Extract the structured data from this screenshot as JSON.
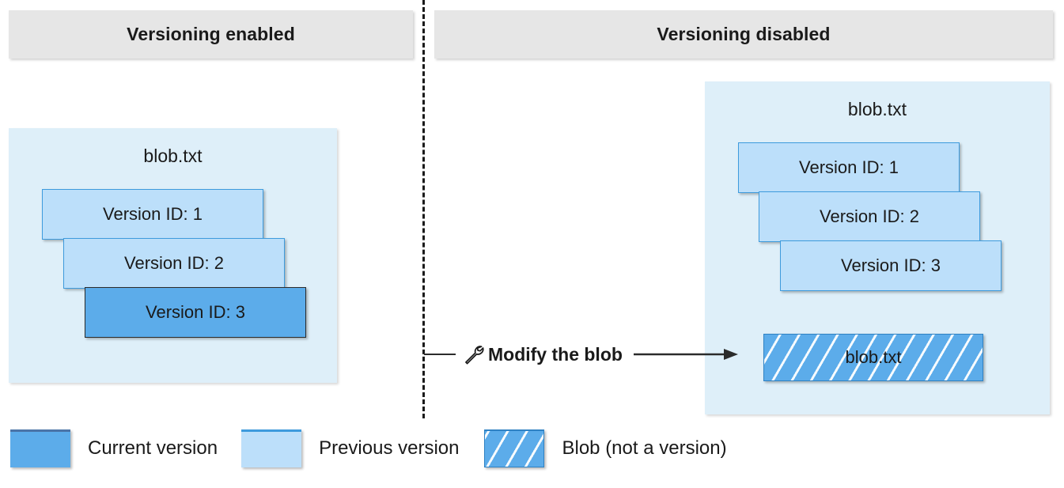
{
  "columns": [
    {
      "id": "enabled",
      "title": "Versioning enabled"
    },
    {
      "id": "disabled",
      "title": "Versioning disabled"
    }
  ],
  "left_panel": {
    "blob_name": "blob.txt",
    "versions": [
      {
        "label": "Version ID: 1",
        "kind": "previous"
      },
      {
        "label": "Version ID: 2",
        "kind": "previous"
      },
      {
        "label": "Version ID: 3",
        "kind": "current"
      }
    ]
  },
  "right_panel": {
    "blob_name": "blob.txt",
    "versions": [
      {
        "label": "Version ID: 1",
        "kind": "previous"
      },
      {
        "label": "Version ID: 2",
        "kind": "previous"
      },
      {
        "label": "Version ID: 3",
        "kind": "previous"
      }
    ],
    "blob_box_label": "blob.txt"
  },
  "action": {
    "label": "Modify the blob",
    "icon": "wrench-icon"
  },
  "legend": [
    {
      "label": "Current version",
      "swatch": "current"
    },
    {
      "label": "Previous version",
      "swatch": "previous"
    },
    {
      "label": "Blob (not a version)",
      "swatch": "blob"
    }
  ],
  "colors": {
    "header_bg": "#E6E6E6",
    "panel_bg": "#DEEFF9",
    "current_version": "#5CACEA",
    "previous_version": "#BCDFFA",
    "previous_border": "#3E9BDD",
    "text": "#1A1A1A",
    "divider": "#1A1A1A"
  }
}
